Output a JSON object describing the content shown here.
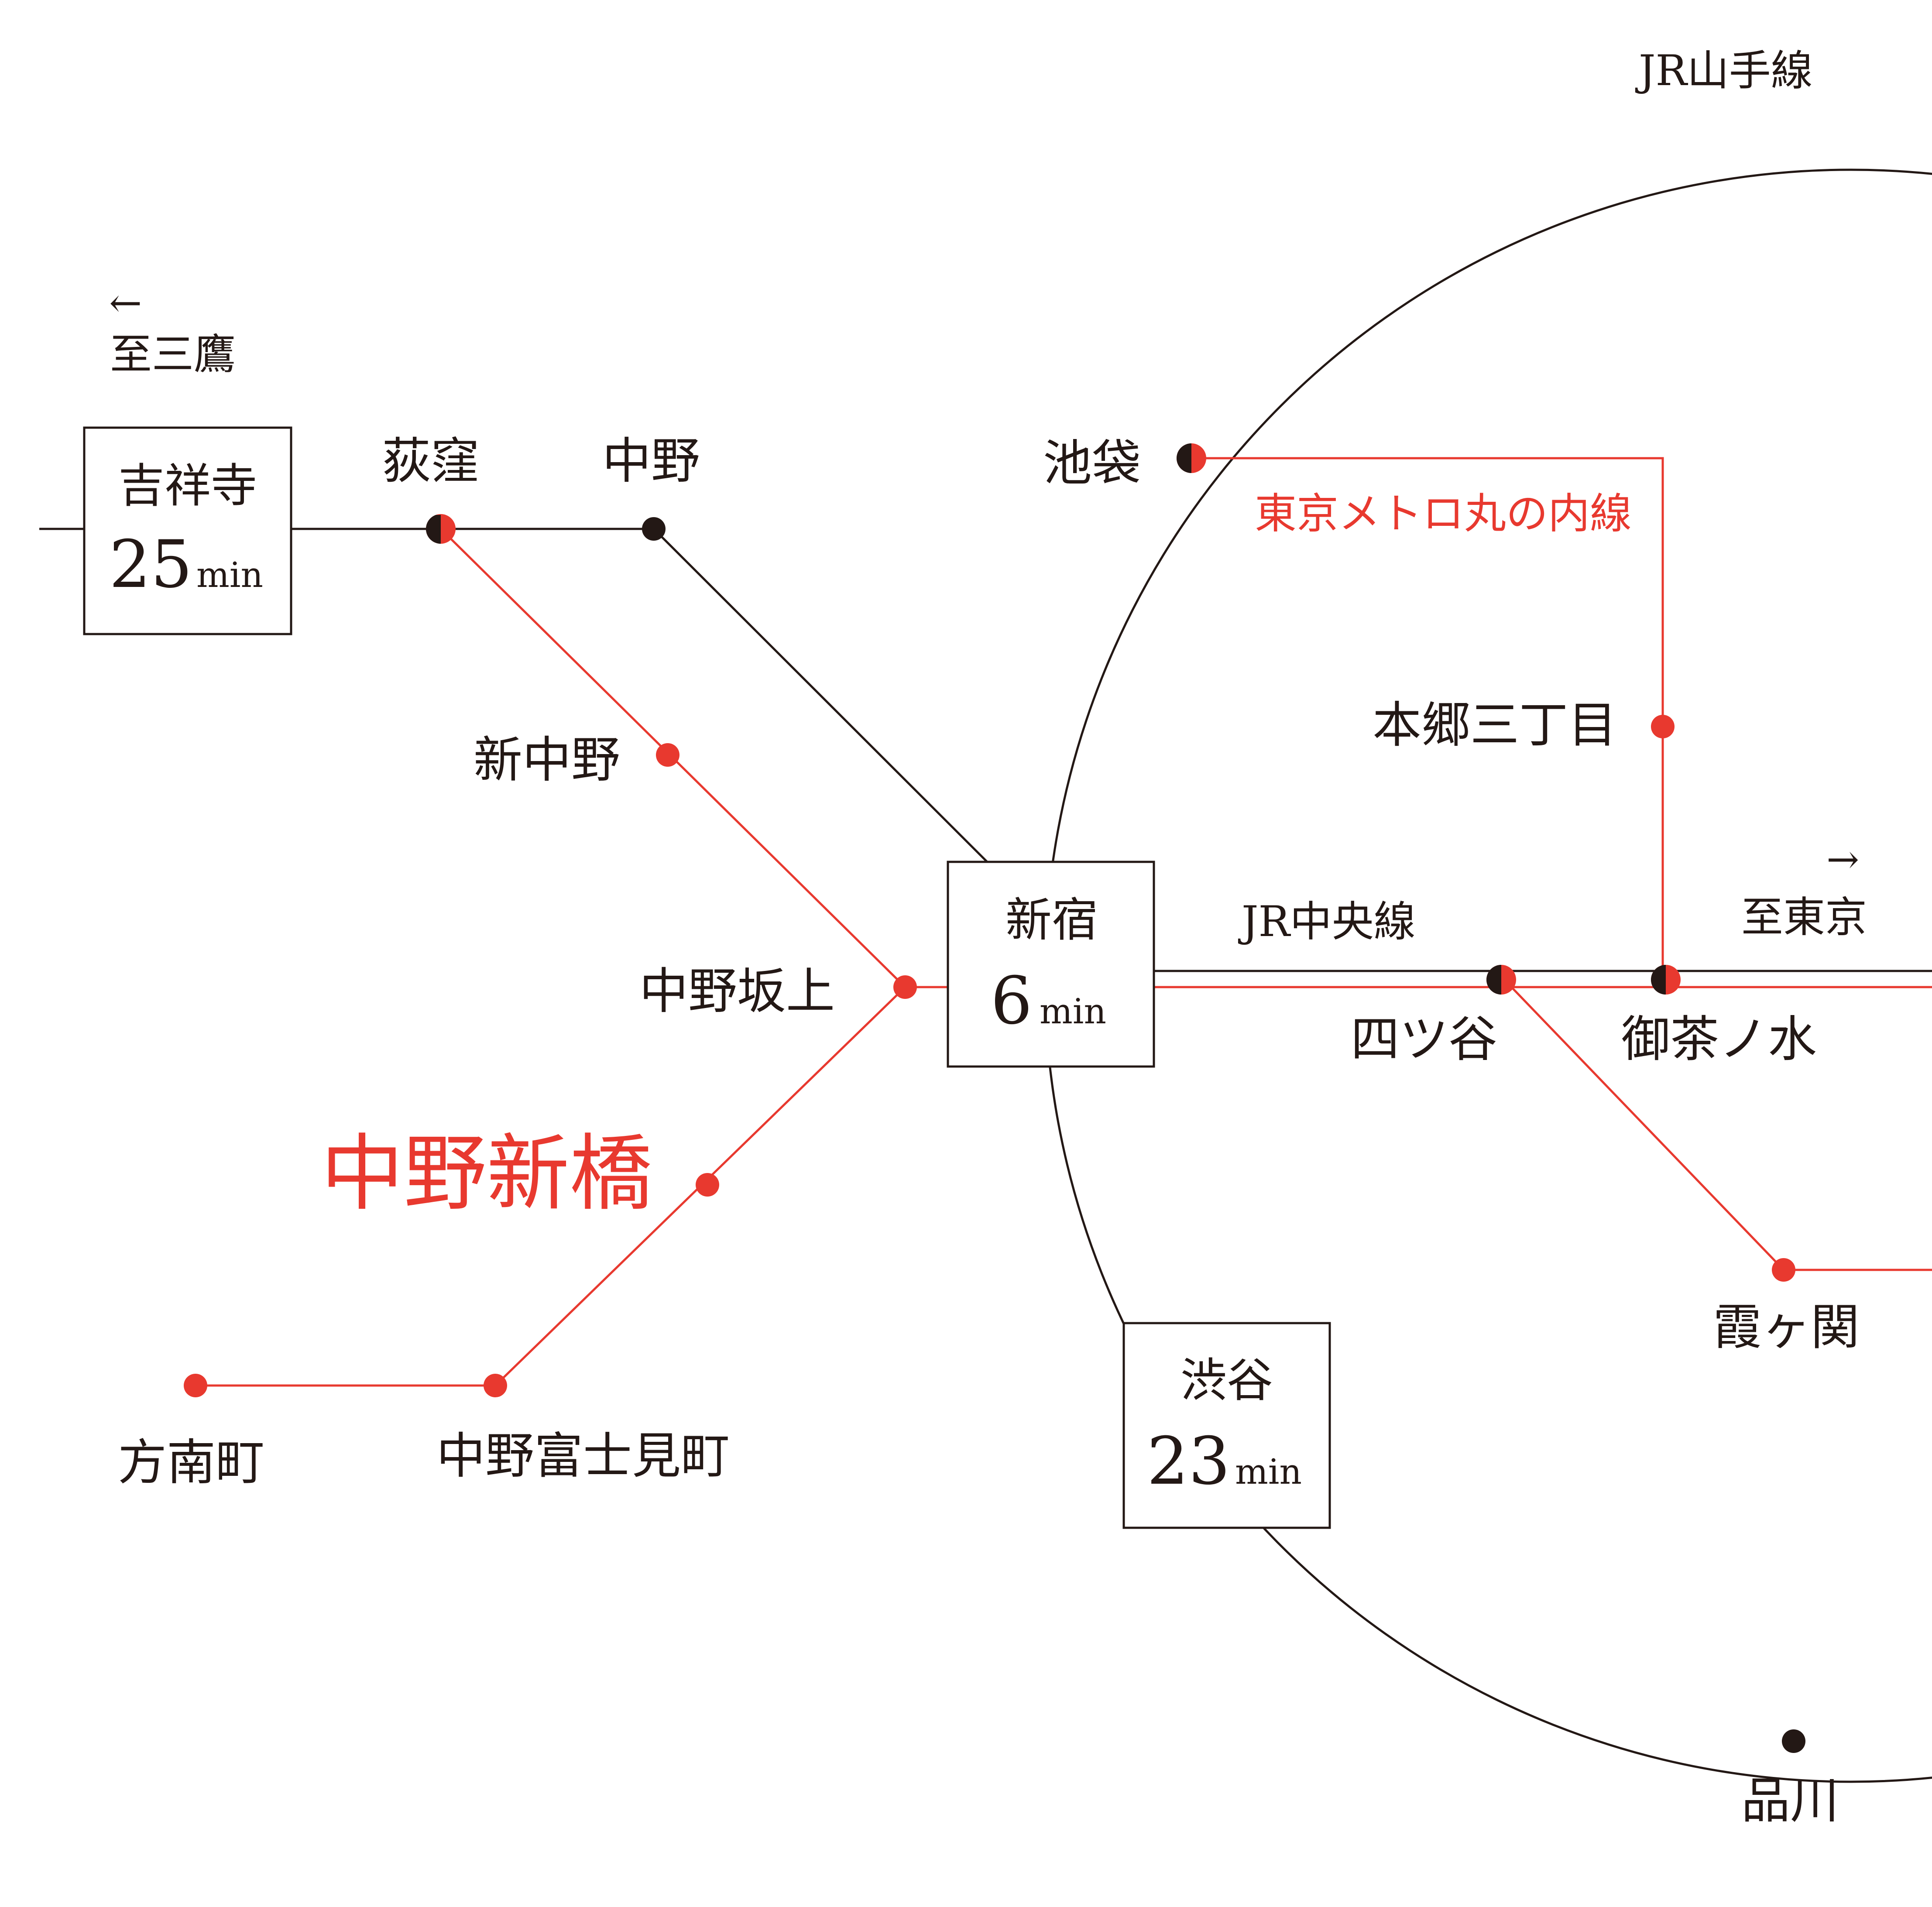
{
  "colors": {
    "black": "#231815",
    "red": "#e8392f"
  },
  "lines": {
    "yamanote": "JR山手線",
    "chuo": "JR中央線",
    "marunouchi": "東京メトロ丸の内線"
  },
  "directions": {
    "mitaka_arrow": "←",
    "mitaka": "至三鷹",
    "tokyo_arrow": "→",
    "tokyo": "至東京"
  },
  "featured_station": "中野新橋",
  "boxes": {
    "kichijoji": {
      "name": "吉祥寺",
      "time": "25",
      "unit": "min"
    },
    "shinjuku": {
      "name": "新宿",
      "time": "6",
      "unit": "min"
    },
    "shibuya": {
      "name": "渋谷",
      "time": "23",
      "unit": "min"
    }
  },
  "stations": {
    "ogikubo": "荻窪",
    "nakano": "中野",
    "ikebukuro": "池袋",
    "shin_nakano": "新中野",
    "hongo": "本郷三丁目",
    "nakano_sakaue": "中野坂上",
    "yotsuya": "四ツ谷",
    "ochanomizu": "御茶ノ水",
    "kasumigaseki": "霞ヶ関",
    "honancho": "方南町",
    "nakano_fujimicho": "中野富士見町",
    "shinagawa": "品川"
  }
}
